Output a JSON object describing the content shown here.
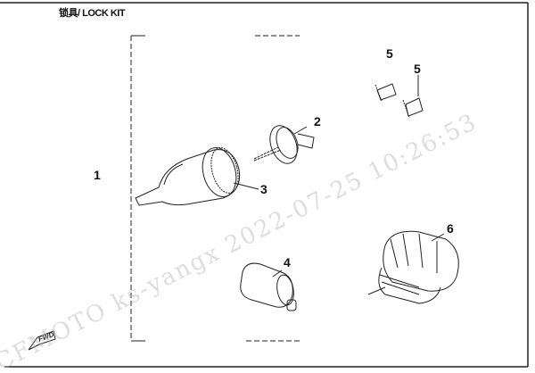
{
  "title": "锁具/ LOCK KIT",
  "watermark": "CFMOTO   ks-yangx  2022-07-25  10:26:53",
  "fwd_label": "FWD",
  "callouts": [
    {
      "id": "1",
      "part": "lock-kit-assembly"
    },
    {
      "id": "2",
      "part": "key"
    },
    {
      "id": "3",
      "part": "ignition-switch"
    },
    {
      "id": "4",
      "part": "seat-lock"
    },
    {
      "id": "5",
      "part": "bushing-a"
    },
    {
      "id": "5",
      "part": "bushing-b"
    },
    {
      "id": "6",
      "part": "fuel-cap"
    }
  ]
}
